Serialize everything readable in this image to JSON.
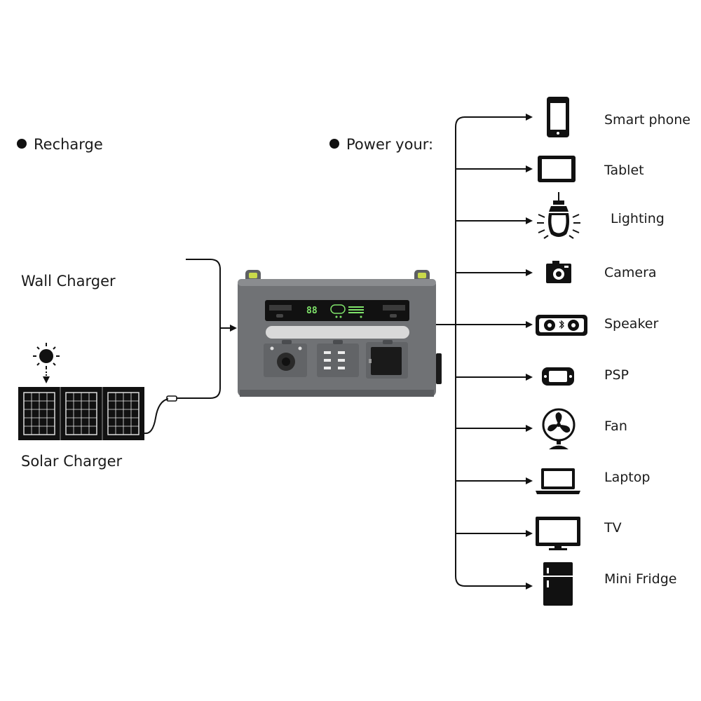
{
  "recharge": {
    "heading": "Recharge",
    "wall_charger": "Wall Charger",
    "solar_charger": "Solar Charger"
  },
  "power": {
    "heading": "Power your:"
  },
  "devices": [
    {
      "label": "Smart phone",
      "icon": "smartphone-icon"
    },
    {
      "label": "Tablet",
      "icon": "tablet-icon"
    },
    {
      "label": "Lighting",
      "icon": "light-bulb-icon"
    },
    {
      "label": "Camera",
      "icon": "camera-icon"
    },
    {
      "label": "Speaker",
      "icon": "speaker-icon"
    },
    {
      "label": "PSP",
      "icon": "game-console-icon"
    },
    {
      "label": "Fan",
      "icon": "fan-icon"
    },
    {
      "label": "Laptop",
      "icon": "laptop-icon"
    },
    {
      "label": "TV",
      "icon": "tv-icon"
    },
    {
      "label": "Mini Fridge",
      "icon": "fridge-icon"
    }
  ],
  "colors": {
    "ink": "#111111",
    "station_body": "#6f7174",
    "station_accent": "#c9d94a",
    "display_green": "#7fe36a"
  }
}
